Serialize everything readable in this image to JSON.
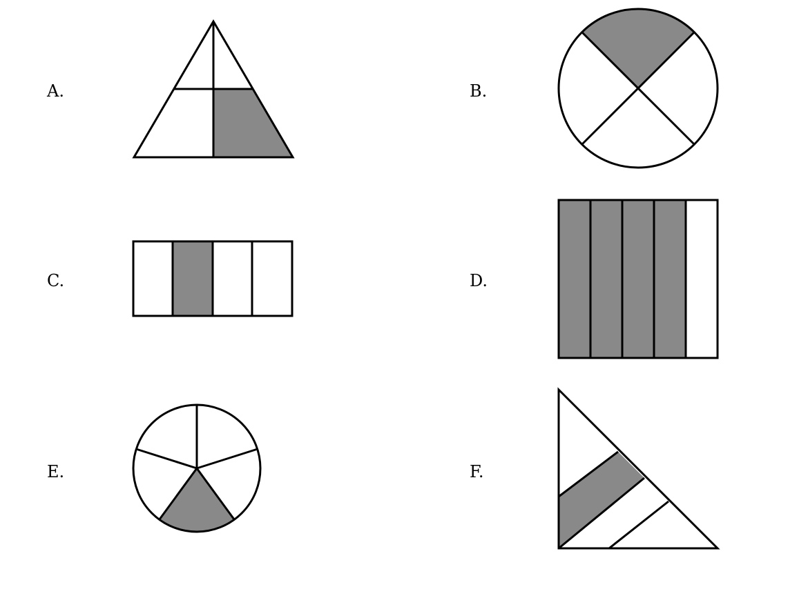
{
  "options": [
    {
      "label": "A.",
      "shape": "triangle",
      "parts": 4,
      "shaded_parts": 1
    },
    {
      "label": "B.",
      "shape": "circle",
      "parts": 4,
      "shaded_parts": 1
    },
    {
      "label": "C.",
      "shape": "rectangle",
      "parts": 4,
      "shaded_parts": 1
    },
    {
      "label": "D.",
      "shape": "square",
      "parts": 5,
      "shaded_parts": 4
    },
    {
      "label": "E.",
      "shape": "circle",
      "parts": 5,
      "shaded_parts": 1
    },
    {
      "label": "F.",
      "shape": "right-triangle",
      "parts": 4,
      "shaded_parts": 1
    }
  ],
  "colors": {
    "shade": "#898989",
    "stroke": "#000000",
    "background": "#ffffff"
  }
}
